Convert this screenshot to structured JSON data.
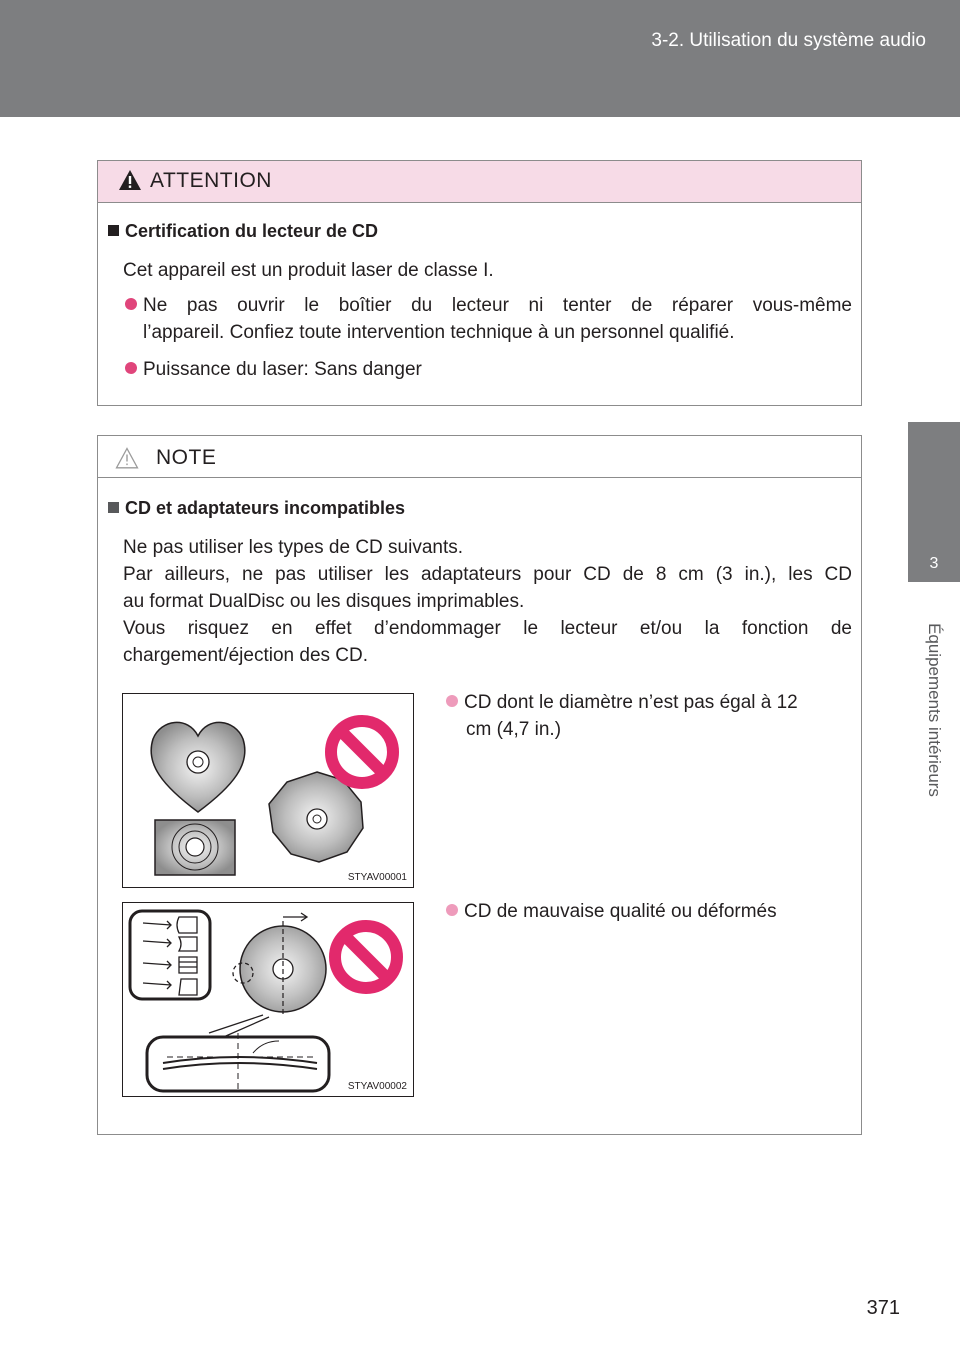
{
  "header": {
    "section": "3-2. Utilisation du système audio"
  },
  "side_tab": {
    "chapter_number": "3",
    "chapter_label": "Équipements intérieurs"
  },
  "page_number": "371",
  "attention": {
    "title": "ATTENTION",
    "heading": "Certification du lecteur de CD",
    "intro": "Cet appareil est un produit laser de classe I.",
    "bullet1_line1": "Ne pas ouvrir le boîtier du lecteur ni tenter de réparer vous-même",
    "bullet1_line2": "l’appareil. Confiez toute intervention technique à un personnel qualifié.",
    "bullet2": "Puissance du laser: Sans danger"
  },
  "note": {
    "title": "NOTE",
    "heading": "CD et adaptateurs incompatibles",
    "lines": [
      "Ne pas utiliser les types de CD suivants.",
      "Par ailleurs, ne pas utiliser les adaptateurs pour CD de 8 cm (3 in.), les CD",
      "au format DualDisc ou les disques imprimables.",
      "Vous risquez en effet d’endommager le lecteur et/ou la fonction de",
      "chargement/éjection des CD."
    ],
    "items": [
      {
        "code": "STYAV00001",
        "text_line1": "CD dont le diamètre n’est pas égal à 12",
        "text_line2": "cm (4,7 in.)"
      },
      {
        "code": "STYAV00002",
        "text_line1": "CD de mauvaise qualité ou déformés"
      }
    ]
  },
  "colors": {
    "band": "#7d7e80",
    "attention_header": "#f7dbe7",
    "prohibit": "#e2296c",
    "bullet_attention": "#e0457b",
    "bullet_note": "#ee9bbb"
  }
}
